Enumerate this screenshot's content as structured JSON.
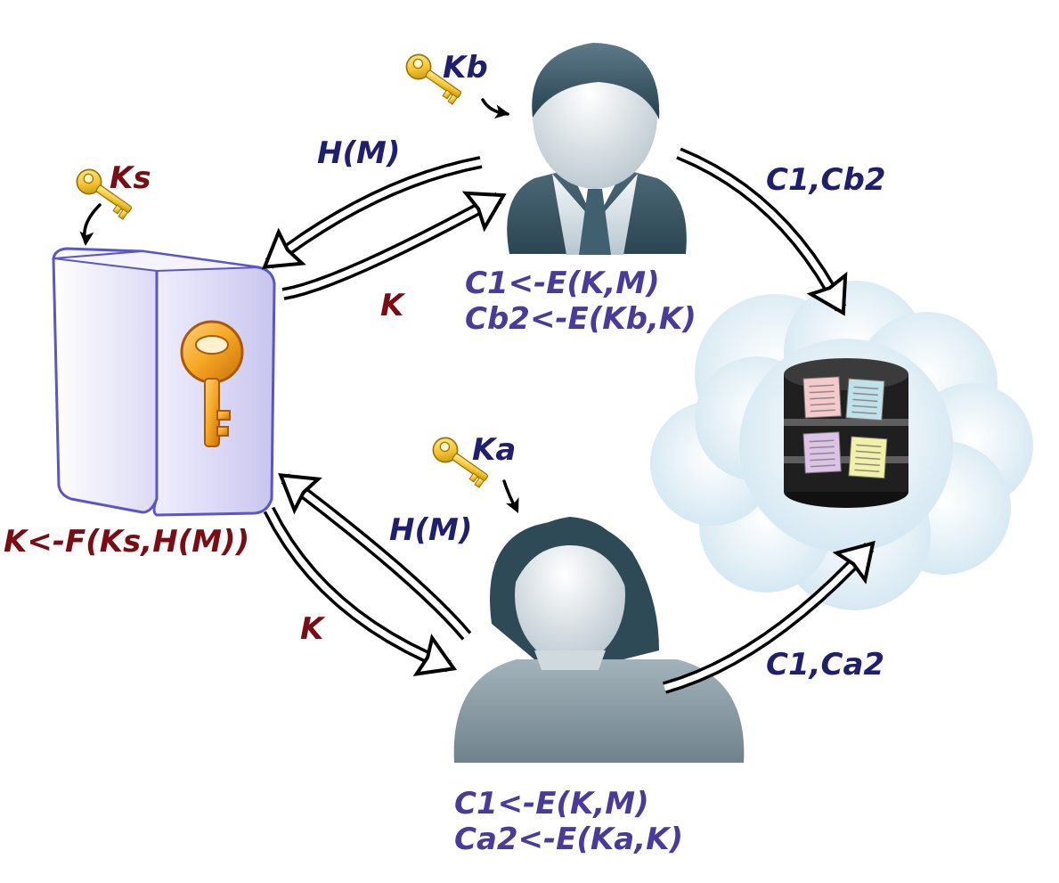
{
  "colors": {
    "key_label_blue": "#201e6e",
    "equation_violet": "#4a3a9a",
    "server_red": "#7a0c14",
    "arrow_outline": "#000000",
    "arrow_fill": "#ffffff",
    "cloud": "#dfeef6",
    "server_box": "#e8e6fa",
    "key_gold": "#f4c430",
    "person_dark": "#3c5766",
    "person_light": "#dfe6ea"
  },
  "icons": {
    "server": "key-server-icon",
    "user_b": "male-user-icon",
    "user_a": "female-user-icon",
    "cloud": "cloud-storage-icon",
    "database": "database-icon",
    "key": "key-icon"
  },
  "labels": {
    "kb": "Kb",
    "ks": "Ks",
    "ka": "Ka",
    "hm_top": "H(M)",
    "k_top": "K",
    "c1_cb2": "C1,Cb2",
    "bob_eq": "C1<-E(K,M)\nCb2<-E(Kb,K)",
    "server_eq": "K<-F(Ks,H(M))",
    "hm_bottom": "H(M)",
    "k_bottom": "K",
    "c1_ca2": "C1,Ca2",
    "alice_eq": "C1<-E(K,M)\nCa2<-E(Ka,K)"
  }
}
